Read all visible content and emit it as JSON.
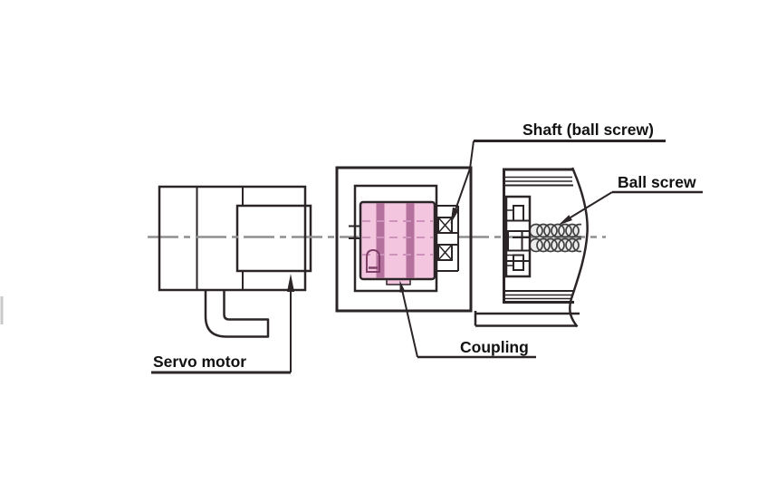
{
  "diagram": {
    "type": "mechanical cross-section schematic",
    "subject": "servo motor driving a ball screw through a coupling and support bearings"
  },
  "labels": {
    "shaft": "Shaft (ball screw)",
    "ball_screw": "Ball screw",
    "coupling": "Coupling",
    "servo_motor": "Servo motor"
  },
  "colors": {
    "line": "#2b2527",
    "centerline": "#8f8f8f",
    "text": "#121212",
    "pink_light": "#f3c5df",
    "pink_dark": "#b5719d",
    "pink_seam": "#ce93bb",
    "pink_outline": "#7e4067",
    "thread_bg": "#ececec",
    "thread_coil": "#3f3f3f"
  }
}
